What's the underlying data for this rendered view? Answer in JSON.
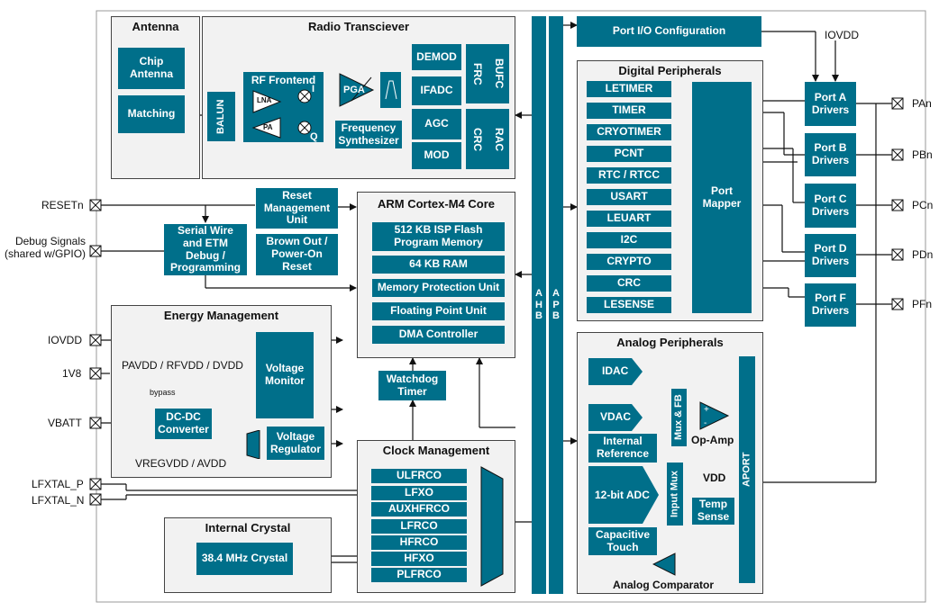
{
  "antenna": {
    "title": "Antenna",
    "chip": "Chip\nAntenna",
    "matching": "Matching"
  },
  "radio": {
    "title": "Radio Transciever",
    "balun": "BALUN",
    "rf_frontend": "RF Frontend",
    "lna": "LNA",
    "pa": "PA",
    "i": "I",
    "q": "Q",
    "pga": "PGA",
    "demod": "DEMOD",
    "ifadc": "IFADC",
    "agc": "AGC",
    "mod": "MOD",
    "freq_synth": "Frequency\nSynthesizer",
    "frc": "FRC",
    "bufc": "BUFC",
    "crc": "CRC",
    "rac": "RAC"
  },
  "bus": {
    "ahb": "A\nH\nB",
    "apb": "A\nP\nB"
  },
  "port_io": "Port I/O Configuration",
  "iovdd_top": "IOVDD",
  "digital": {
    "title": "Digital Peripherals",
    "items": [
      "LETIMER",
      "TIMER",
      "CRYOTIMER",
      "PCNT",
      "RTC / RTCC",
      "USART",
      "LEUART",
      "I2C",
      "CRYPTO",
      "CRC",
      "LESENSE"
    ],
    "port_mapper": "Port\nMapper"
  },
  "ports": {
    "drivers": [
      "Port A\nDrivers",
      "Port B\nDrivers",
      "Port C\nDrivers",
      "Port D\nDrivers",
      "Port F\nDrivers"
    ],
    "pins": [
      "PAn",
      "PBn",
      "PCn",
      "PDn",
      "PFn"
    ]
  },
  "core": {
    "title": "ARM Cortex-M4 Core",
    "items": [
      "512 KB ISP Flash\nProgram Memory",
      "64 KB RAM",
      "Memory Protection Unit",
      "Floating Point Unit",
      "DMA Controller"
    ]
  },
  "rmu": "Reset\nManagement\nUnit",
  "bod": "Brown Out /\nPower-On\nReset",
  "swd": "Serial Wire\nand ETM\nDebug /\nProgramming",
  "pins_left": {
    "reset": "RESETn",
    "debug": "Debug Signals\n(shared w/GPIO)",
    "iovdd": "IOVDD",
    "v1v8": "1V8",
    "vbatt": "VBATT",
    "lfxtal_p": "LFXTAL_P",
    "lfxtal_n": "LFXTAL_N"
  },
  "energy": {
    "title": "Energy Management",
    "supplies": "PAVDD / RFVDD / DVDD",
    "bypass": "bypass",
    "voltage_monitor": "Voltage\nMonitor",
    "dcdc": "DC-DC\nConverter",
    "vreg": "Voltage\nRegulator",
    "vregvdd": "VREGVDD / AVDD"
  },
  "watchdog": "Watchdog\nTimer",
  "clock": {
    "title": "Clock Management",
    "items": [
      "ULFRCO",
      "LFXO",
      "AUXHFRCO",
      "LFRCO",
      "HFRCO",
      "HFXO",
      "PLFRCO"
    ]
  },
  "crystal": {
    "title": "Internal Crystal",
    "item": "38.4 MHz Crystal"
  },
  "analog": {
    "title": "Analog Peripherals",
    "idac": "IDAC",
    "vdac": "VDAC",
    "internal_ref": "Internal\nReference",
    "mux_fb": "Mux & FB",
    "opamp_label": "Op-Amp",
    "adc": "12-bit ADC",
    "input_mux": "Input Mux",
    "vdd": "VDD",
    "temp_sense": "Temp\nSense",
    "cap_touch": "Capacitive\nTouch",
    "aport": "APORT",
    "comparator": "Analog Comparator"
  }
}
